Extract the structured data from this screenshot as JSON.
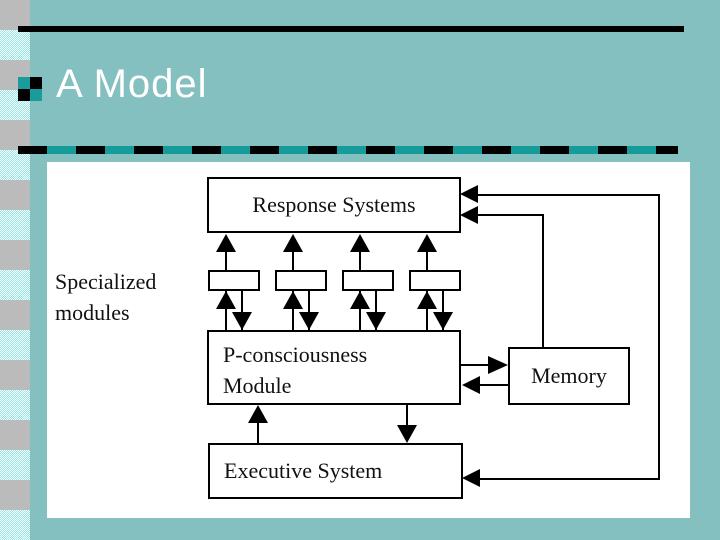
{
  "slide": {
    "title": "A Model"
  },
  "diagram": {
    "side_label": {
      "line1": "Specialized",
      "line2": "modules"
    },
    "response_box": {
      "label": "Response Systems"
    },
    "p_box": {
      "line1": "P-consciousness",
      "line2": "Module"
    },
    "memory_box": {
      "label": "Memory"
    },
    "executive_box": {
      "label": "Executive System"
    },
    "small_box_count": "4"
  },
  "colors": {
    "background_teal": "#85C0C0",
    "accent_teal": "#169B9B",
    "stripe_gray": "#BBBBBB",
    "stripe_cyan": "#8FE9E9",
    "panel_white": "#FFFFFF",
    "ink_black": "#000000",
    "title_white": "#FFFFFF"
  }
}
